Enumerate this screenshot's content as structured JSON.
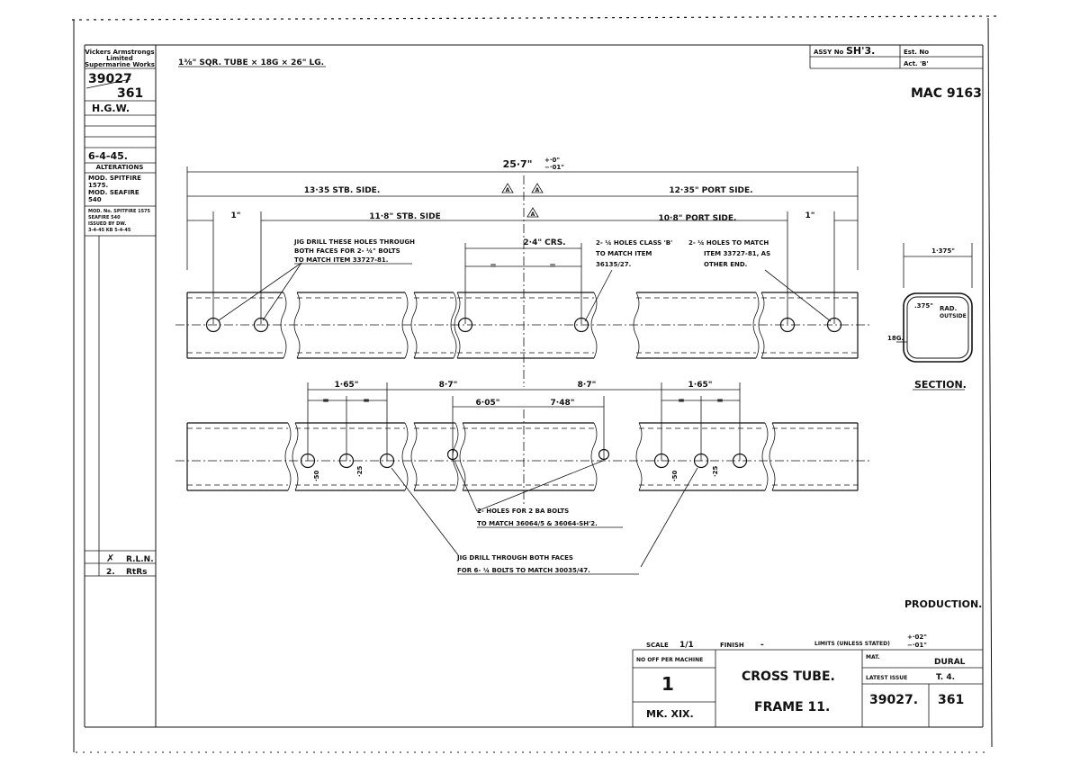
{
  "sidebar": {
    "company": [
      "Vickers Armstrongs",
      "Limited",
      "Supermarine Works"
    ],
    "drawing_no": "39027",
    "sheet_no": "361",
    "drawn_by": "H.G.W.",
    "date": "6-4-45.",
    "alterations_label": "ALTERATIONS",
    "alteration_1": [
      "MOD. SPITFIRE",
      "1575.",
      "MOD. SEAFIRE",
      "540"
    ],
    "alteration_2": [
      "MOD. No. SPITFIRE 1575",
      "SEAFIRE 540",
      "ISSUED BY DW.",
      "3-4-45 KB 5-4-45"
    ],
    "sig_row_1": "R.L.N.",
    "sig_row_2": "RtRs"
  },
  "header": {
    "material_spec": "1⅜\" SQR. TUBE × 18G × 26\" LG.",
    "assy_label": "ASSY No",
    "assy_value": "SH'3.",
    "est_label": "Est. No",
    "act_label": "Act. 'B'",
    "mac_no": "MAC 9163"
  },
  "dimensions": {
    "overall": "25·7\"",
    "overall_tol_plus": "+·0\"",
    "overall_tol_minus": "−·01\"",
    "stb_side": "13·35 STB. SIDE.",
    "port_side": "12·35\" PORT SIDE.",
    "stb_holes": "11·8\" STB. SIDE",
    "port_holes": "10·8\" PORT SIDE.",
    "one_inch_left": "1\"",
    "one_inch_right": "1\"",
    "crs": "2·4\" CRS.",
    "equal": "=",
    "bottom_165_left": "1·65\"",
    "bottom_87_left": "8·7\"",
    "bottom_87_right": "8·7\"",
    "bottom_165_right": "1·65\"",
    "bottom_605": "6·05\"",
    "bottom_748": "7·48\"",
    "dim_50": "·50",
    "dim_25": "·25",
    "ref_mark": "A"
  },
  "notes": {
    "jig_drill_1": [
      "JIG DRILL THESE HOLES THROUGH",
      "BOTH FACES FOR 2- ¼\" BOLTS",
      "TO MATCH ITEM 33727-81."
    ],
    "holes_class_b": [
      "2- ¼ HOLES CLASS 'B'",
      "TO MATCH ITEM",
      "36135/27."
    ],
    "holes_match": [
      "2- ¼ HOLES TO MATCH",
      "ITEM 33727-81, AS",
      "OTHER END."
    ],
    "holes_2ba": [
      "2- HOLES FOR 2 BA BOLTS",
      "TO MATCH 36064/5 & 36064-SH'2."
    ],
    "jig_drill_2": [
      "JIG DRILL THROUGH BOTH FACES",
      "FOR 6- ¼ BOLTS TO MATCH 30035/47."
    ]
  },
  "section": {
    "width": "1·375\"",
    "radius": [
      ".375\"",
      "RAD.",
      "OUTSIDE"
    ],
    "gauge": "18G.",
    "label": "SECTION."
  },
  "title_block": {
    "production": "PRODUCTION.",
    "scale_label": "SCALE",
    "scale_value": "1/1",
    "finish_label": "FINISH",
    "finish_value": "-",
    "limits_label": "LIMITS (UNLESS STATED)",
    "limits_plus": "+·02\"",
    "limits_minus": "−·01\"",
    "qty_label": "NO OFF PER MACHINE",
    "qty_value": "1",
    "mark": "MK. XIX.",
    "title_1": "CROSS TUBE.",
    "title_2": "FRAME 11.",
    "material_label": "MAT.",
    "material_value": "DURAL",
    "issue_label": "LATEST ISSUE",
    "issue_value": "T. 4.",
    "drawing_no": "39027.",
    "sheet_no": "361"
  }
}
